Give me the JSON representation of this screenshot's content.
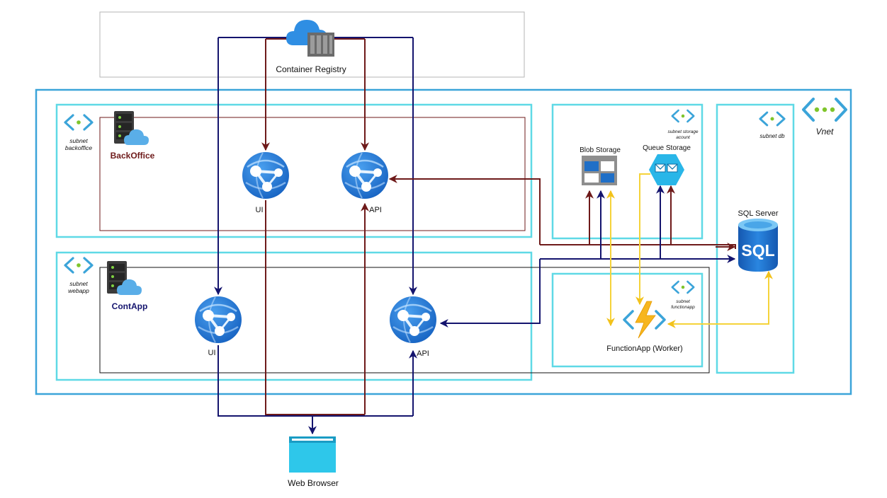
{
  "registry": {
    "label": "Container Registry"
  },
  "vnet": {
    "label": "Vnet"
  },
  "subnets": {
    "backoffice": {
      "line1": "subnet",
      "line2": "backoffice"
    },
    "webapp": {
      "line1": "subnet",
      "line2": "webapp"
    },
    "storage": {
      "line1": "subnet storage",
      "line2": "acount"
    },
    "functionapp": {
      "line1": "subnet",
      "line2": "functionapp"
    },
    "db": {
      "label": "subnet db"
    }
  },
  "backoffice": {
    "title": "BackOffice",
    "ui_label": "UI",
    "api_label": "API"
  },
  "contapp": {
    "title": "ContApp",
    "ui_label": "UI",
    "api_label": "API"
  },
  "storage": {
    "blob_label": "Blob Storage",
    "queue_label": "Queue Storage"
  },
  "sql": {
    "label": "SQL Server",
    "icon_text": "SQL"
  },
  "functionapp": {
    "label": "FunctionApp (Worker)"
  },
  "browser": {
    "label": "Web Browser"
  },
  "colors": {
    "maroon": "#6e1a1a",
    "navy": "#14146e",
    "yellow": "#f5d33a",
    "cyan": "#5fd9e6",
    "vnet": "#3ba4d9",
    "azure": "#1f77d0"
  }
}
